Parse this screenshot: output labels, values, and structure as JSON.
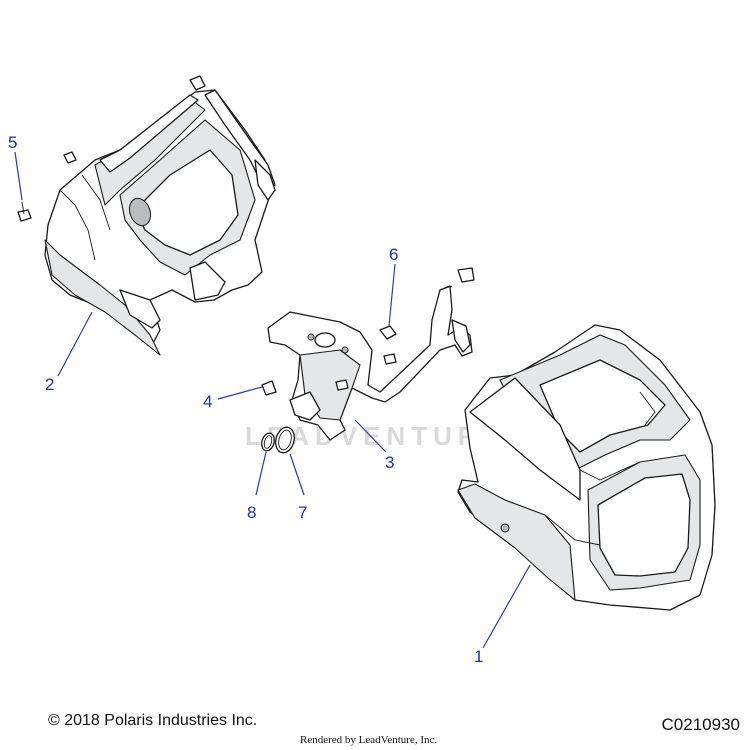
{
  "callouts": {
    "c1": "1",
    "c2": "2",
    "c3": "3",
    "c4": "4",
    "c5": "5",
    "c6": "6",
    "c7": "7",
    "c8": "8"
  },
  "watermark": "LEADVENTURE",
  "footer": {
    "copyright": "© 2018 Polaris Industries Inc.",
    "credit": "Rendered by LeadVenture, Inc.",
    "diagram_code": "C0210930"
  },
  "colors": {
    "callout": "#1f2fa8",
    "line": "#1a1a1a",
    "shade": "#e4e6e8"
  }
}
